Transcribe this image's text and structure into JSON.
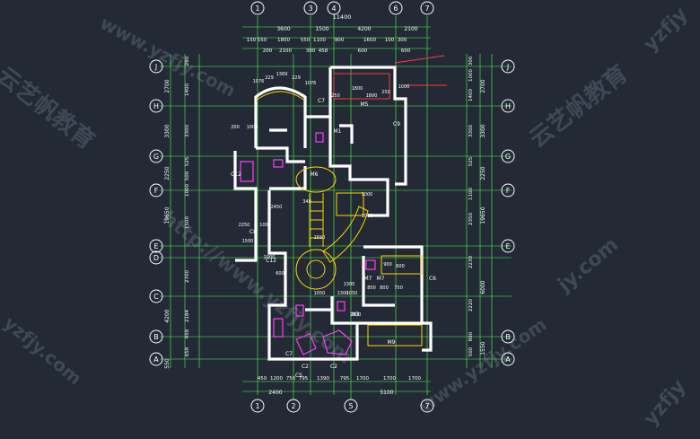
{
  "colors": {
    "background": "#232a35",
    "wall": "#ffffff",
    "dimension": "#4cff4c",
    "axis": "#ffffff",
    "stair": "#ffd400",
    "fixture": "#ff3cff",
    "watermark": "#4f5a66",
    "redline": "#ff3a3a",
    "text": "#ffffff"
  },
  "axes": {
    "top": [
      "1",
      "3",
      "4",
      "6",
      "7"
    ],
    "bottom": [
      "1",
      "2",
      "5",
      "7"
    ],
    "left": [
      "J",
      "H",
      "G",
      "F",
      "E",
      "D",
      "C",
      "B",
      "A"
    ],
    "right": [
      "J",
      "H",
      "G",
      "F",
      "E",
      "B",
      "A"
    ]
  },
  "top_dims": {
    "total": "11400",
    "row1": [
      "3600",
      "1500",
      "4200",
      "2100"
    ],
    "row2": [
      "150",
      "550",
      "1800",
      "550",
      "1100",
      "900",
      "1600",
      "100",
      "300"
    ],
    "row3": [
      "200",
      "2100",
      "300",
      "458",
      "600",
      "600"
    ]
  },
  "bottom_dims": {
    "row1": [
      "450",
      "1200",
      "750",
      "795",
      "1390",
      "795",
      "1700",
      "1700",
      "1700"
    ],
    "row2": [
      "2400",
      "5100"
    ]
  },
  "left_dims": {
    "outer": [
      "2700",
      "3300",
      "2250",
      "19650",
      "4200",
      "550"
    ],
    "inner": [
      "280",
      "1400",
      "3300",
      "525",
      "500",
      "1000",
      "1500",
      "2700",
      "2184",
      "458",
      "658"
    ]
  },
  "right_dims": {
    "outer": [
      "2700",
      "3300",
      "2250",
      "19650",
      "6000",
      "1550"
    ],
    "inner": [
      "300",
      "1000",
      "1400",
      "3300",
      "525",
      "1100",
      "2350",
      "2230",
      "2220",
      "800",
      "500"
    ]
  },
  "plan_labels": {
    "windows": [
      "C7",
      "C8",
      "C9",
      "C12",
      "C12",
      "C5",
      "C6",
      "C7",
      "C2",
      "C2"
    ],
    "doors": [
      "M1",
      "M5",
      "M6",
      "M7",
      "M7",
      "M9",
      "M3"
    ],
    "dims_inner": [
      "1076",
      "229",
      "1369",
      "229",
      "1076",
      "1800",
      "250",
      "1800",
      "250",
      "1000",
      "200",
      "1000",
      "2450",
      "1550",
      "1000",
      "1000",
      "800",
      "800",
      "750",
      "600",
      "900",
      "1300",
      "1050",
      "1100",
      "1000",
      "100",
      "2250",
      "1500",
      "1050",
      "1300",
      "340",
      "600"
    ]
  },
  "watermarks": [
    "云艺帆教育",
    "云艺帆教育",
    "www.yzfjy.com",
    "http://www.yzfjy.com",
    "yzfjy.com",
    "yzfjy",
    "jy.com"
  ]
}
